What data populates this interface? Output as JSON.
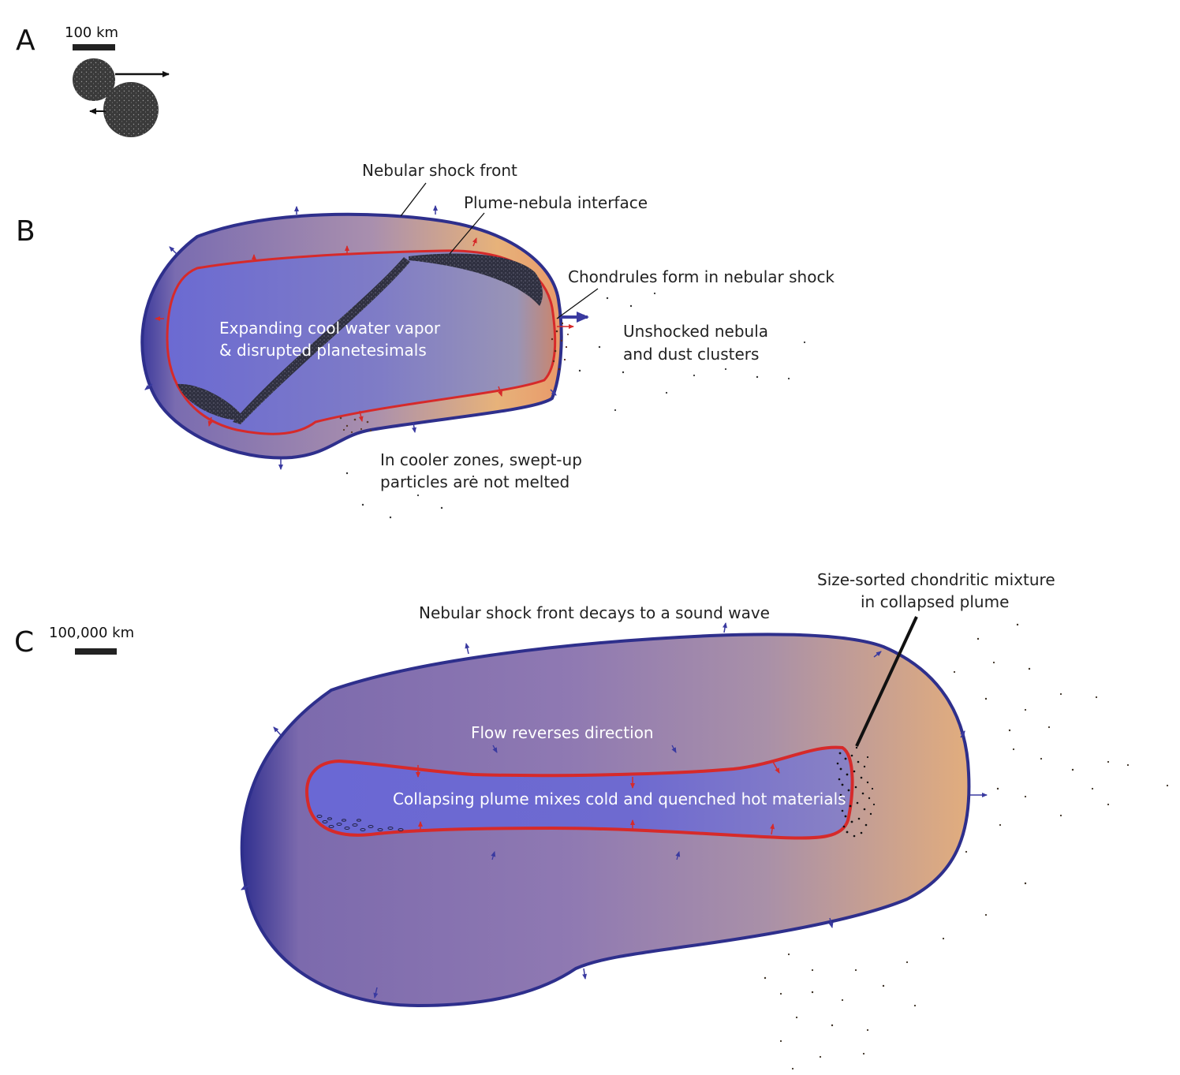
{
  "panels": {
    "a": {
      "letter": "A",
      "scale_label": "100 km"
    },
    "b": {
      "letter": "B",
      "labels": {
        "shock_front": "Nebular shock front",
        "interface": "Plume-nebula interface",
        "chondrules": "Chondrules form in nebular shock",
        "unshocked_line1": "Unshocked nebula",
        "unshocked_line2": "and dust clusters",
        "interior_line1": "Expanding cool water vapor",
        "interior_line2": "& disrupted planetesimals",
        "cooler_line1": "In cooler zones, swept-up",
        "cooler_line2": "particles are not melted"
      }
    },
    "c": {
      "letter": "C",
      "scale_label": "100,000 km",
      "labels": {
        "decay": "Nebular shock front decays to a sound wave",
        "sorted_line1": "Size-sorted chondritic mixture",
        "sorted_line2": "in collapsed plume",
        "flow": "Flow reverses direction",
        "collapsing": "Collapsing plume mixes cold and quenched hot materials"
      }
    }
  },
  "colors": {
    "outer_stroke": "#2e2f8c",
    "inner_stroke": "#d62a2a",
    "interior_blue": "#6b6ad2",
    "outer_purple": "#8f78b2",
    "hot_orange": "#e8b278",
    "arrow_blue": "#3a3aa0",
    "arrow_red": "#d62a2a"
  }
}
